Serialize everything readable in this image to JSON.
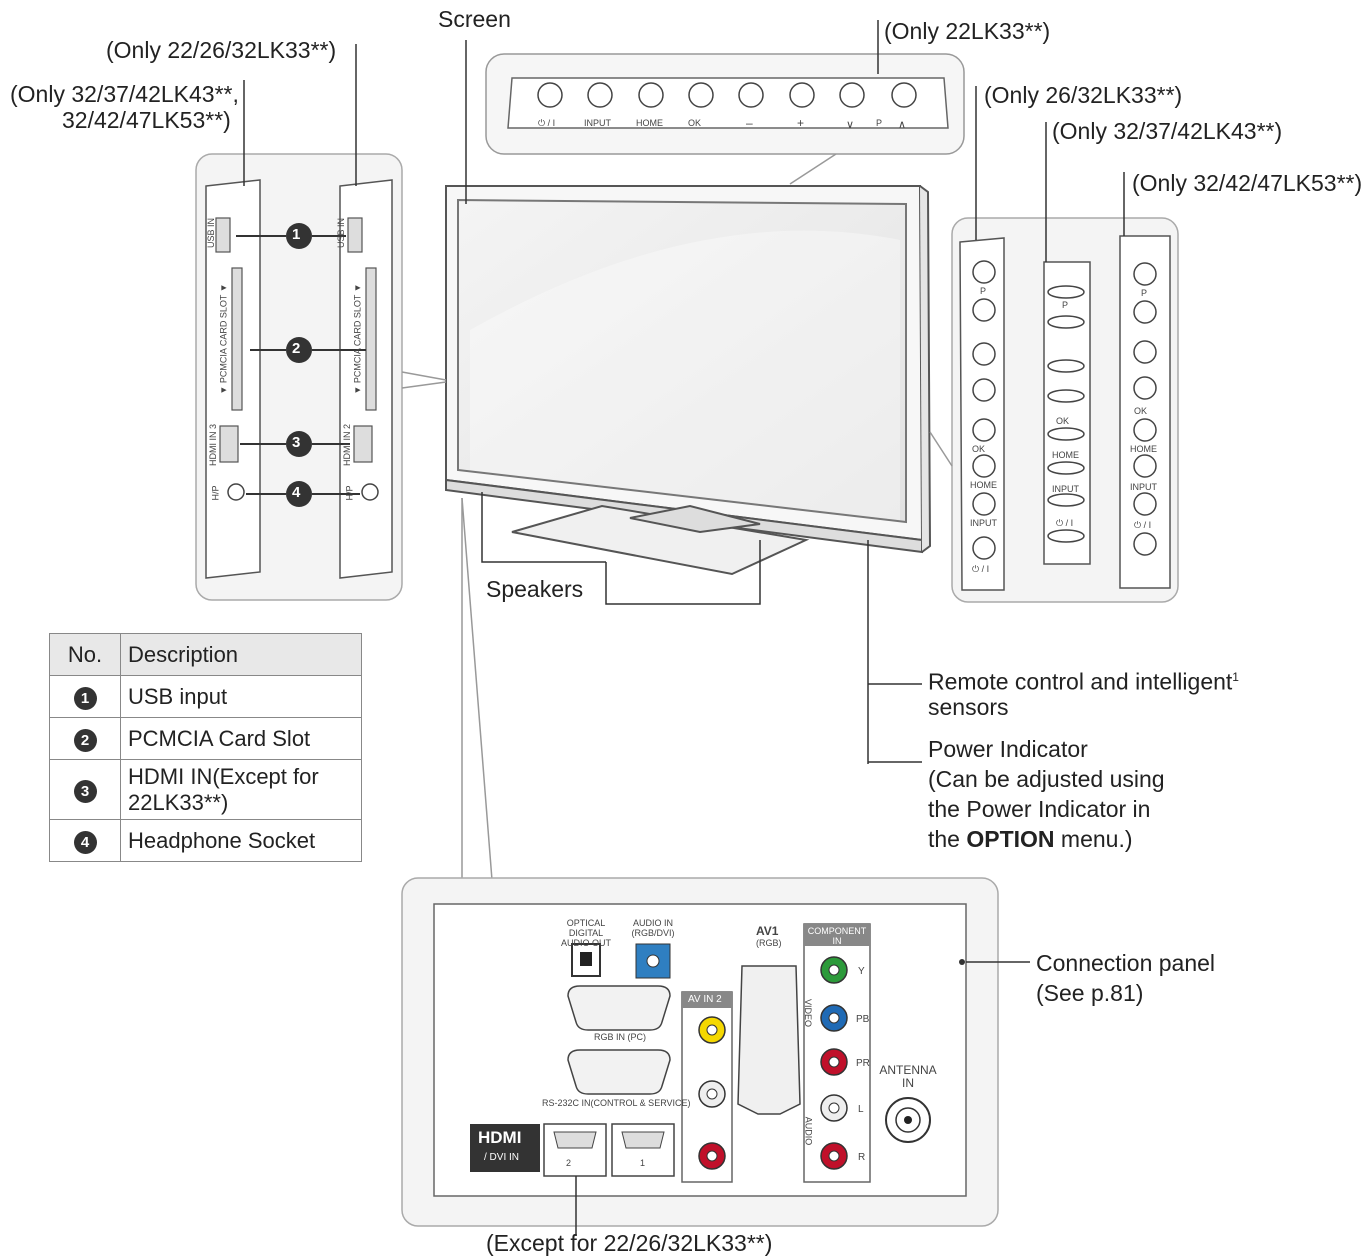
{
  "labels": {
    "screen": "Screen",
    "only_22lk33": "(Only 22LK33**)",
    "only_22_26_32lk33": "(Only 22/26/32LK33**)",
    "only_32_37_42lk43_line1": "(Only 32/37/42LK43**,",
    "only_32_37_42lk43_line2": "32/42/47LK53**)",
    "only_26_32lk33": "(Only 26/32LK33**)",
    "only_32_37_42lk43_b": "(Only 32/37/42LK43**)",
    "only_32_42_47lk53": "(Only 32/42/47LK53**)",
    "speakers": "Speakers",
    "remote_line1": "Remote control and intelligent",
    "remote_sup": "1",
    "remote_line2": "sensors",
    "power_line1": "Power Indicator",
    "power_line2": "(Can be adjusted using",
    "power_line3": "the Power Indicator in",
    "power_line4_pre": "the ",
    "power_line4_bold": "OPTION",
    "power_line4_post": " menu.)",
    "connection_line1": "Connection panel",
    "connection_line2": "(See p.81)",
    "except": "(Except for 22/26/32LK33**)"
  },
  "top_buttons": [
    "⏻ / I",
    "INPUT",
    "HOME",
    "OK",
    "–",
    "+",
    "∨",
    "P",
    "∧"
  ],
  "side_panel_labels": {
    "usb": "USB IN",
    "pcmcia": "▼ PCMCIA CARD SLOT ▼",
    "hdmi3": "HDMI IN 3",
    "hdmi2": "HDMI IN 2",
    "hp": "H/P"
  },
  "markers": [
    "1",
    "2",
    "3",
    "4"
  ],
  "right_panel_a": [
    "P",
    "OK",
    "HOME",
    "INPUT",
    "⏻ / I"
  ],
  "right_panel_b": [
    "P",
    "OK",
    "HOME",
    "INPUT",
    "⏻ / I"
  ],
  "right_panel_c": [
    "P",
    "OK",
    "HOME",
    "INPUT",
    "⏻ / I"
  ],
  "connection_panel": {
    "optical": "OPTICAL DIGITAL AUDIO OUT",
    "audio_in": "AUDIO IN (RGB/DVI)",
    "rgb_in": "RGB IN (PC)",
    "rs232": "RS-232C IN(CONTROL & SERVICE)",
    "av_in2": "AV IN 2",
    "av1": "AV1",
    "av1_sub": "(RGB)",
    "component": "COMPONENT IN",
    "video": "VIDEO",
    "audio": "AUDIO",
    "antenna": "ANTENNA IN",
    "hdmi_logo": "HDMI",
    "dvi_in": "/ DVI IN",
    "hdmi_port1": "1",
    "hdmi_port2": "2",
    "comp_y": "Y",
    "comp_pb": "PB",
    "comp_pr": "PR",
    "comp_l": "L",
    "comp_r": "R"
  },
  "table": {
    "header_no": "No.",
    "header_desc": "Description",
    "rows": [
      {
        "num": "1",
        "line1": "USB input",
        "line2": ""
      },
      {
        "num": "2",
        "line1": "PCMCIA Card Slot",
        "line2": ""
      },
      {
        "num": "3",
        "line1": "HDMI IN(Except for",
        "line2": "22LK33**)"
      },
      {
        "num": "4",
        "line1": "Headphone Socket",
        "line2": ""
      }
    ]
  }
}
